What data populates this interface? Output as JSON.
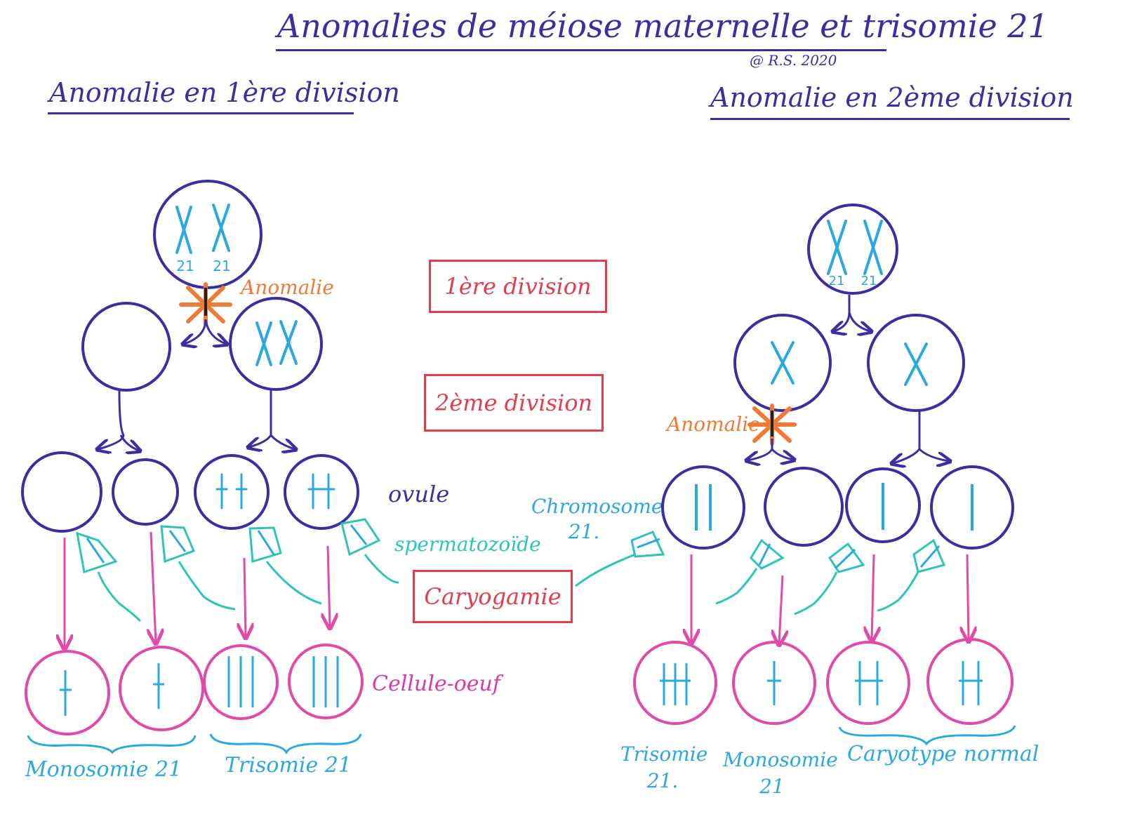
{
  "title": "Anomalies de méiose maternelle et trisomie 21",
  "credit": "@ R.S. 2020",
  "left_heading": "Anomalie en 1ère division",
  "right_heading": "Anomalie en 2ème division",
  "left_anomaly": "Anomalie",
  "right_anomaly": "Anomalie",
  "center_boxes": {
    "first": "1ère division",
    "second": "2ème division",
    "caryogamie": "Caryogamie"
  },
  "labels": {
    "ovule": "ovule",
    "spermatozoide": "spermatozoïde",
    "chromosome": "Chromosome 21.",
    "cellule_oeuf": "Cellule-oeuf"
  },
  "chromosome_numbers": {
    "left_1": "21",
    "left_2": "21",
    "right_1": "21",
    "right_2": "21"
  },
  "bottom_left": {
    "monosomie": "Monosomie 21",
    "trisomie": "Trisomie 21"
  },
  "bottom_right": {
    "trisomie": "Trisomie 21.",
    "monosomie": "Monosomie 21",
    "normal": "Caryotype normal"
  },
  "colors": {
    "cell_outline": "#3a2fa0",
    "chromosome": "#2aa8e0",
    "zygote_outline": "#e04aa8",
    "arrow_pink": "#e04aa8",
    "sperm": "#2ec4b6",
    "anomaly": "#f07a35",
    "box": "#e33c4e"
  }
}
